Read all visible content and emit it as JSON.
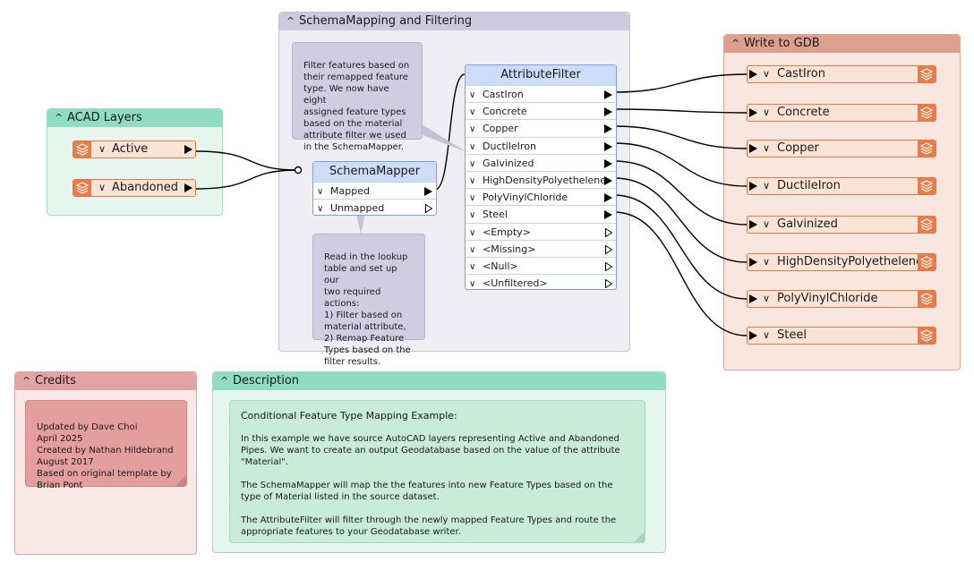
{
  "bookmarks": {
    "schema": "SchemaMapping and Filtering",
    "acad": "ACAD Layers",
    "gdb": "Write to GDB",
    "credits": "Credits",
    "description": "Description"
  },
  "notes": {
    "filter": "Filter features based on\ntheir remapped feature\ntype. We now have eight\nassigned feature types\nbased on the material\nattribute filter we used\nin the SchemaMapper.",
    "lookup": "Read in the lookup\ntable and set up our\ntwo required actions:\n1) Filter based on\nmaterial attribute,\n2) Remap Feature\nTypes based on the\nfilter results.",
    "credits": "Updated by Dave Choi\nApril 2025\nCreated by Nathan Hildebrand\nAugust 2017\nBased on original template by\nBrian Pont",
    "desc_title": "Conditional Feature Type Mapping Example:",
    "desc_p1": "In this example we have source AutoCAD layers representing Active and Abandoned Pipes. We want to create an output Geodatabase based on the value of the attribute \"Material\".",
    "desc_p2": "The SchemaMapper will map the the features into new Feature Types based on the type of Material listed in the source dataset.",
    "desc_p3": "The AttributeFilter will filter through the newly mapped Feature Types and route the appropriate features to your Geodatabase writer."
  },
  "readers": [
    "Active",
    "Abandoned"
  ],
  "schemamapper": {
    "title": "SchemaMapper",
    "ports": [
      "Mapped",
      "Unmapped"
    ]
  },
  "attributefilter": {
    "title": "AttributeFilter",
    "ports": [
      "CastIron",
      "Concrete",
      "Copper",
      "DuctileIron",
      "Galvinized",
      "HighDensityPolyethelene",
      "PolyVinylChloride",
      "Steel",
      "<Empty>",
      "<Missing>",
      "<Null>",
      "<Unfiltered>"
    ]
  },
  "writers": [
    "CastIron",
    "Concrete",
    "Copper",
    "DuctileIron",
    "Galvinized",
    "HighDensityPolyethelene",
    "PolyVinylChloride",
    "Steel"
  ],
  "colors": {
    "schema_bm": "#efeef5",
    "acad_bm": "#e6f6ef",
    "gdb_bm": "#f8e6df",
    "credits_bm": "#f8e8e6",
    "desc_bm": "#e6f6ef",
    "feature_type": "#f07a45"
  }
}
